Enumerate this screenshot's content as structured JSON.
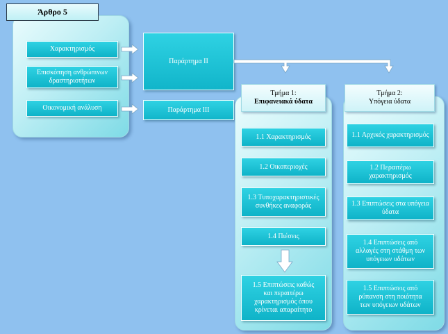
{
  "title": "Άρθρο 5",
  "left_items": [
    "Χαρακτηρισμός",
    "Επισκόπηση ανθρώπινων δραστηριοτήτων",
    "Οικονομική ανάλυση"
  ],
  "annex_2": "Παράρτημα ΙΙ",
  "annex_3": "Παράρτημα ΙΙΙ",
  "section1": {
    "title": "Τμήμα 1:",
    "subtitle": "Επιφανειακά ύδατα",
    "items": [
      "1.1 Χαρακτηρισμός",
      "1.2 Οικοπεριοχές",
      "1.3 Τυποχαρακτηριστικές συνθήκες αναφοράς",
      "1.4 Πιέσεις",
      "1.5  Επιπτώσεις καθώς και περαιτέρω χαρακτηρισμός όπου κρίνεται απαραίτητο"
    ]
  },
  "section2": {
    "title": "Τμήμα 2:",
    "subtitle": "Υπόγεια ύδατα",
    "items": [
      "1.1 Αρχικός χαρακτηρισμός",
      "1.2 Περαιτέρω χαρακτηρισμός",
      "1.3 Επιπτώσεις στα υπόγεια ύδατα",
      "1.4 Επιπτώσεις από αλλαγές στη στάθμη των υπόγειων υδάτων",
      "1.5 Επιπτώσεις από ρύπανση στη ποιότητα των υπόγειων υδάτων"
    ]
  },
  "colors": {
    "background": "#8fc1ef",
    "box_fill": "#1cc3d6",
    "box_border": "#ffffff"
  }
}
